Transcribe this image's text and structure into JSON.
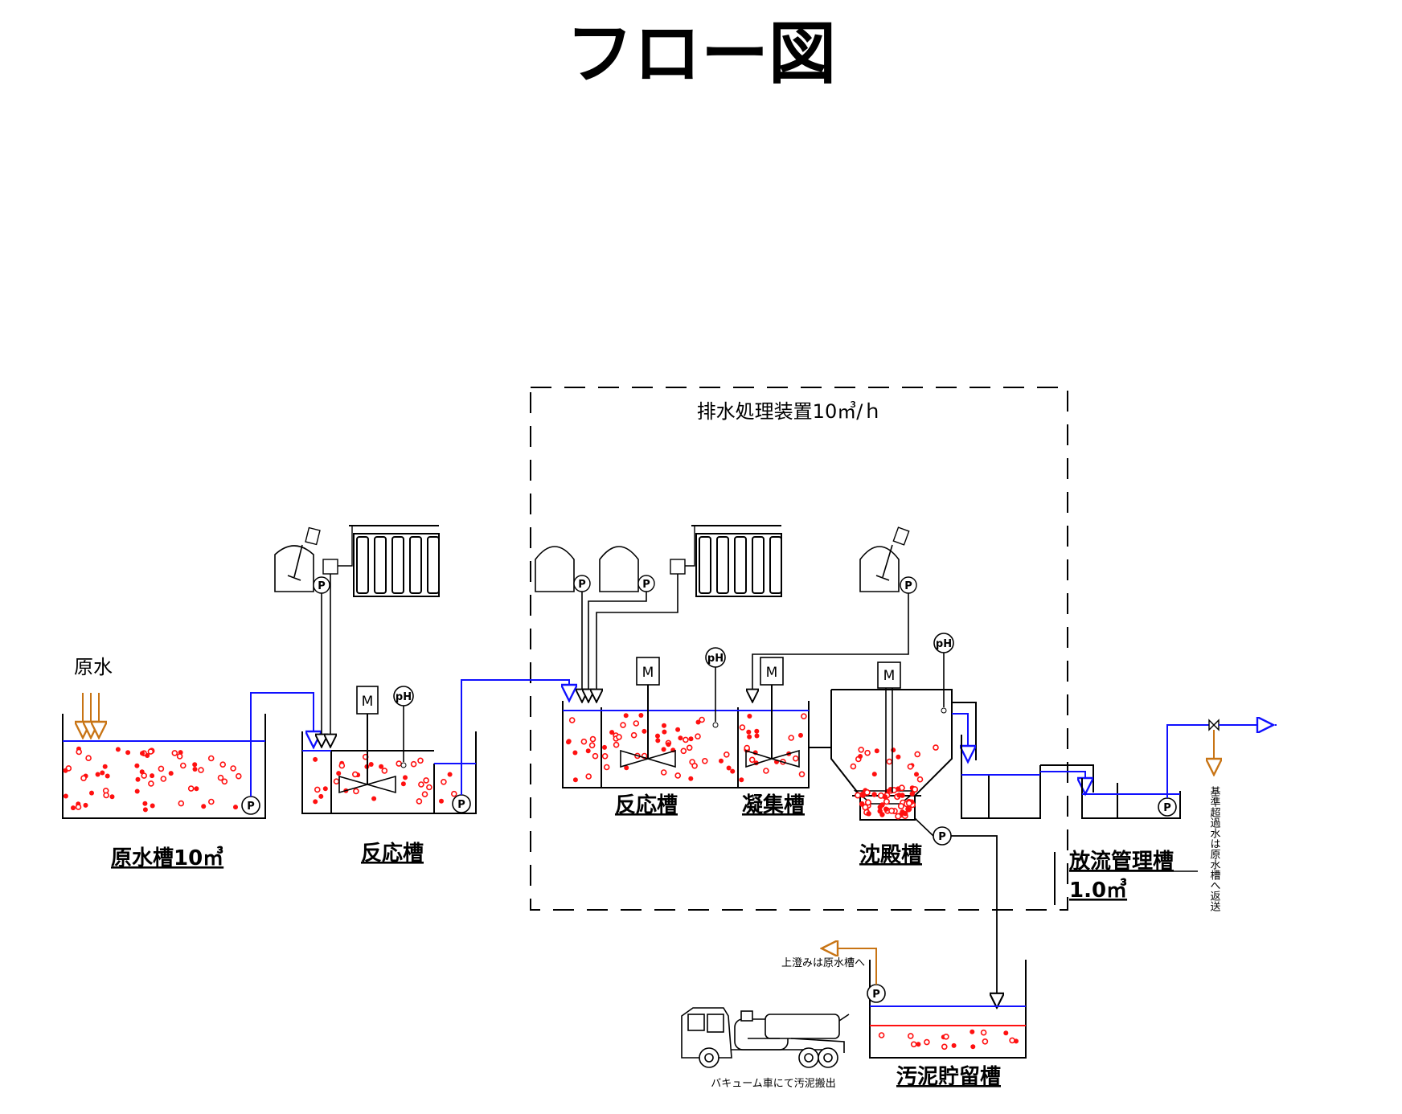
{
  "title": "フロー図",
  "labels": {
    "raw_water": "原水",
    "raw_tank": "原水槽10㎥",
    "reaction_tank_1": "反応槽",
    "reaction_tank_2": "反応槽",
    "flocculation_tank": "凝集槽",
    "settling_tank": "沈殿槽",
    "discharge_tank": "放流管理槽",
    "discharge_volume": "1.0㎥",
    "sludge_tank": "汚泥貯留槽",
    "unit_box": "排水処理装置10㎥/ｈ",
    "supernatant_return": "上澄みは原水槽へ",
    "vacuum_truck": "バキューム車にて汚泥搬出",
    "over_standard": "基準超過水は原水槽へ返送"
  },
  "markers": {
    "pump": "P",
    "motor": "M",
    "ph_meter": "pH",
    "dosing_motor": "M"
  },
  "colors": {
    "water": "#1010ff",
    "sludge": "#ff1010",
    "return_line": "#c87414",
    "line": "#000000"
  }
}
